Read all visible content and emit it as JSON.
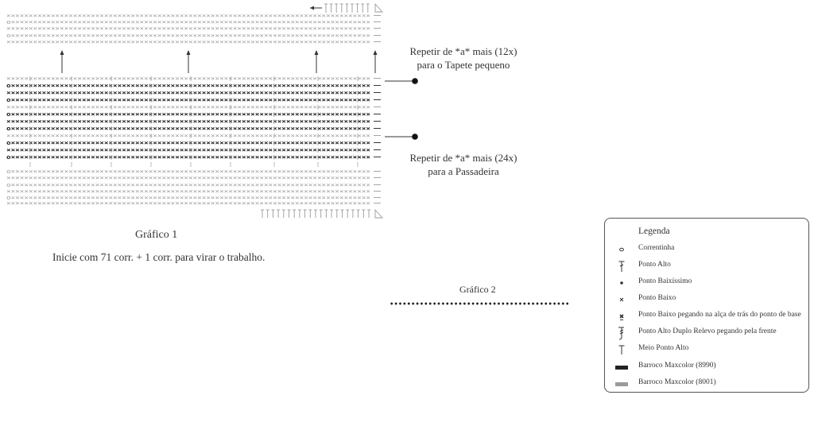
{
  "chart1": {
    "title": "Gráfico 1",
    "instruction": "Inicie com 71 corr. + 1 corr. para virar o trabalho."
  },
  "notes": {
    "repeat_small_line1": "Repetir de *a* mais (12x)",
    "repeat_small_line2": "para o Tapete pequeno",
    "repeat_large_line1": "Repetir de *a* mais (24x)",
    "repeat_large_line2": "para a Passadeira"
  },
  "chart2": {
    "title": "Gráfico 2"
  },
  "legend": {
    "title": "Legenda",
    "items": [
      {
        "label": "Correntinha",
        "icon": "chain-stitch-icon"
      },
      {
        "label": "Ponto Alto",
        "icon": "double-crochet-icon"
      },
      {
        "label": "Ponto Baixíssimo",
        "icon": "slip-stitch-icon"
      },
      {
        "label": "Ponto Baixo",
        "icon": "single-crochet-icon"
      },
      {
        "label": "Ponto Baixo pegando na alça de trás do ponto de base",
        "icon": "back-loop-single-crochet-icon"
      },
      {
        "label": "Ponto Alto Duplo Relevo pegando pela frente",
        "icon": "front-post-treble-icon"
      },
      {
        "label": "Meio Ponto Alto",
        "icon": "half-double-crochet-icon"
      },
      {
        "label": "Barroco Maxcolor (8990)",
        "icon": "black-yarn-swatch"
      },
      {
        "label": "Barroco Maxcolor (8001)",
        "icon": "gray-yarn-swatch"
      }
    ]
  },
  "colors": {
    "yarn_8990": "#222222",
    "yarn_8001": "#9a9a9a",
    "line": "#333333"
  }
}
